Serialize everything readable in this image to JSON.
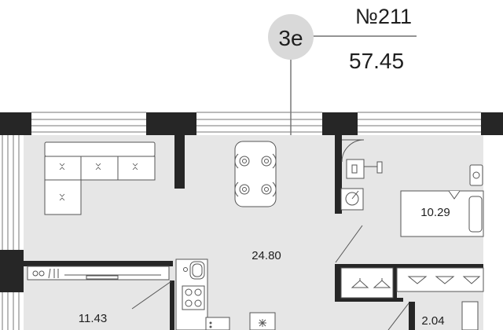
{
  "header": {
    "apartment_number": "№211",
    "total_area": "57.45",
    "type_badge": "3е"
  },
  "rooms": {
    "living_kitchen_area": "24.80",
    "bedroom_area": "11.43",
    "bathroom_area": "10.29",
    "wc_area": "2.04"
  },
  "colors": {
    "floor": "#e6e6e6",
    "wall": "#262626",
    "badge": "#d9d9d9",
    "text": "#1e1e1e"
  }
}
